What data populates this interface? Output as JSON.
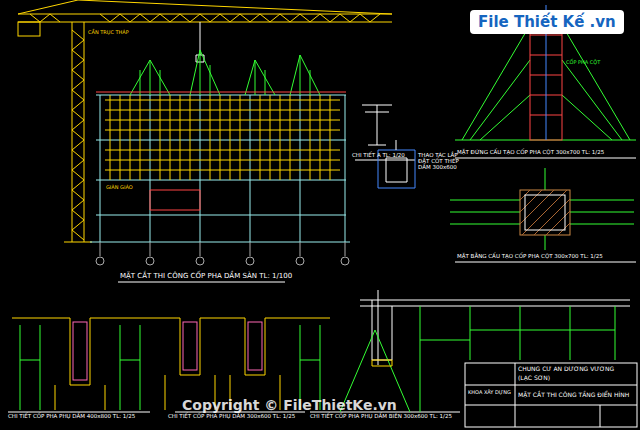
{
  "diagram": {
    "nodes": [
      {
        "text": [
          "File Thiết Kế .vn"
        ]
      }
    ],
    "labels": [
      "MẶT CẮT THI CÔNG CỐP PHA DẦM SÀN TL: 1/100",
      "CHI TIẾT A TL: 1/20",
      "MẶT ĐỨNG CẤU TẠO CỐP PHA CỘT 300x700 TL: 1/25",
      "THAO TÁC LẮP ĐẶT CỐT THÉP DẦM 300x600",
      "MẶT BẰNG CẤU TẠO CỐP PHA CỘT 300x700 TL: 1/25",
      "CHI TIẾT CỐP PHA PHỤ DẦM 400x800 TL: 1/25",
      "CHI TIẾT CỐP PHA PHỤ DẦM 300x600 TL: 1/25",
      "CHI TIẾT CỐP PHA PHỤ DẦM BIÊN 300x600 TL: 1/25",
      "Copyright © FileThietKe.vn",
      "CHUNG CƯ AN DƯƠNG VƯƠNG",
      "(LẠC SƠN)",
      "MẶT CẮT THI CÔNG TẦNG ĐIỂN HÌNH",
      "KHOA XÂY DỰNG",
      "CẦN TRỤC THÁP",
      "GIÀN GIÁO",
      "CỐP PHA CỘT"
    ]
  }
}
